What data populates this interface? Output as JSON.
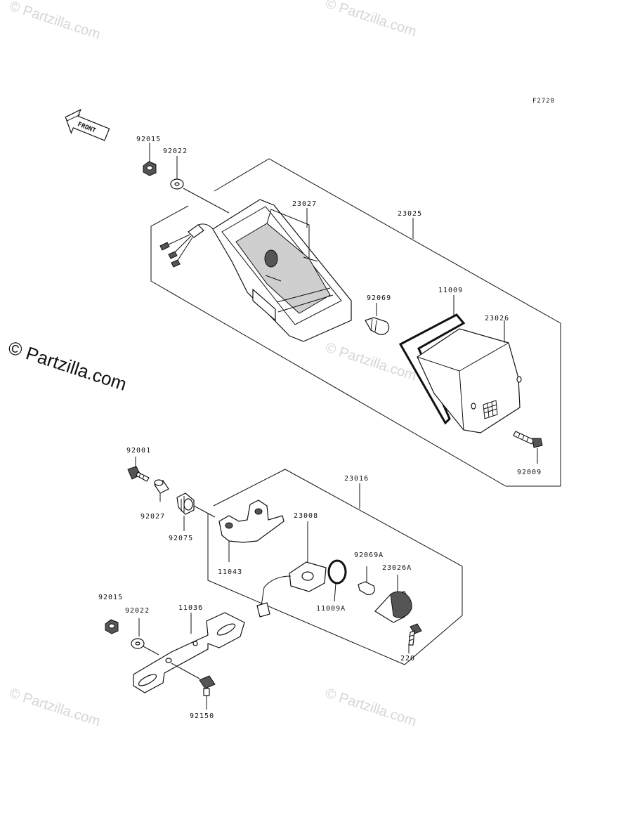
{
  "figure_code": "F2720",
  "front_label": "FRONT",
  "watermarks": {
    "small": "© Partzilla.com",
    "large": "© Partzilla.com"
  },
  "parts": {
    "p92015_top": "92015",
    "p92022_top": "92022",
    "p23027": "23027",
    "p23025": "23025",
    "p92069": "92069",
    "p11009": "11009",
    "p23026": "23026",
    "p92009": "92009",
    "p92001": "92001",
    "p92027": "92027",
    "p92075": "92075",
    "p23016": "23016",
    "p23008": "23008",
    "p11043": "11043",
    "p92069A": "92069A",
    "p23026A": "23026A",
    "p11009A": "11009A",
    "p220": "220",
    "p92015_bot": "92015",
    "p92022_bot": "92022",
    "p11036": "11036",
    "p92150": "92150"
  }
}
